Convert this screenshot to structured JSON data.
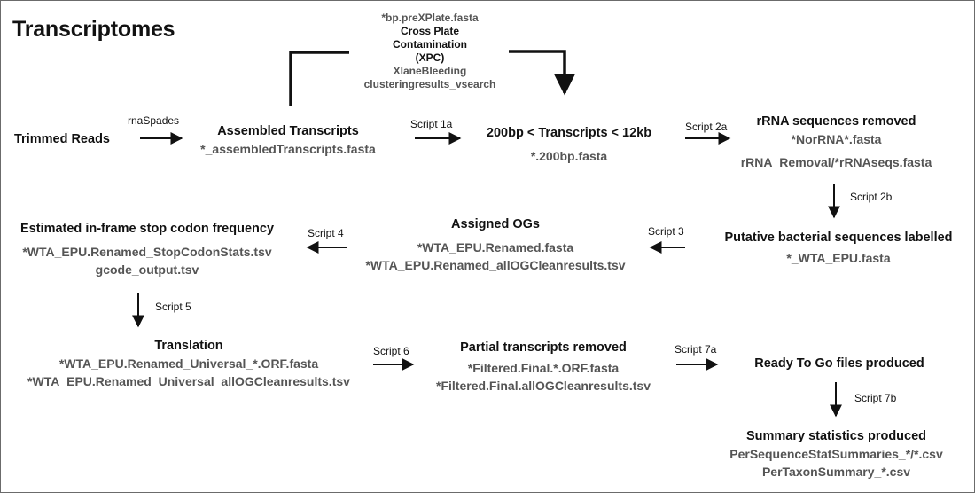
{
  "title": "Transcriptomes",
  "colors": {
    "text": "#111111",
    "file_text": "#555555",
    "arrow": "#111111",
    "border": "#6b6b6b"
  },
  "nodes": {
    "trimmed": {
      "heading": "Trimmed Reads"
    },
    "assembled": {
      "heading": "Assembled Transcripts",
      "files": [
        "*_assembledTranscripts.fasta"
      ]
    },
    "xpc": {
      "pre_file": "*bp.preXPlate.fasta",
      "heading_lines": [
        "Cross Plate",
        "Contamination",
        "(XPC)"
      ],
      "files": [
        "XlaneBleeding",
        "clusteringresults_vsearch"
      ]
    },
    "length_filter": {
      "heading": "200bp < Transcripts < 12kb",
      "files": [
        "*.200bp.fasta"
      ]
    },
    "rrna": {
      "heading": "rRNA sequences removed",
      "files": [
        "*NorRNA*.fasta",
        "rRNA_Removal/*rRNAseqs.fasta"
      ]
    },
    "bacterial": {
      "heading": "Putative bacterial sequences labelled",
      "files": [
        "*_WTA_EPU.fasta"
      ]
    },
    "ogs": {
      "heading": "Assigned OGs",
      "files": [
        "*WTA_EPU.Renamed.fasta",
        "*WTA_EPU.Renamed_allOGCleanresults.tsv"
      ]
    },
    "stopcodon": {
      "heading": "Estimated in-frame stop codon frequency",
      "files": [
        "*WTA_EPU.Renamed_StopCodonStats.tsv",
        "gcode_output.tsv"
      ]
    },
    "translation": {
      "heading": "Translation",
      "files": [
        "*WTA_EPU.Renamed_Universal_*.ORF.fasta",
        "*WTA_EPU.Renamed_Universal_allOGCleanresults.tsv"
      ]
    },
    "partial": {
      "heading": "Partial transcripts removed",
      "files": [
        "*Filtered.Final.*.ORF.fasta",
        "*Filtered.Final.allOGCleanresults.tsv"
      ]
    },
    "readytogo": {
      "heading": "Ready To Go files produced"
    },
    "summary": {
      "heading": "Summary statistics produced",
      "files": [
        "PerSequenceStatSummaries_*/*.csv",
        "PerTaxonSummary_*.csv"
      ]
    }
  },
  "edges": {
    "rnaspades": "rnaSpades",
    "s1a": "Script 1a",
    "s2a": "Script 2a",
    "s2b": "Script 2b",
    "s3": "Script 3",
    "s4": "Script 4",
    "s5": "Script 5",
    "s6": "Script 6",
    "s7a": "Script 7a",
    "s7b": "Script 7b"
  }
}
